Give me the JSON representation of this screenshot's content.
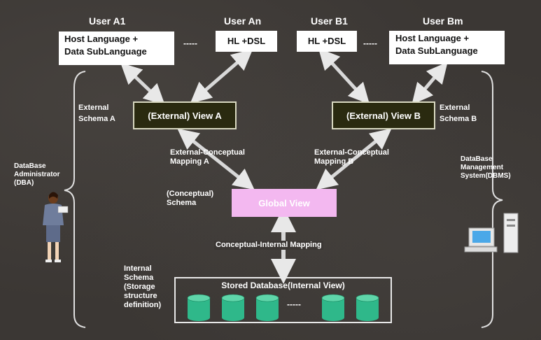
{
  "users": {
    "a1": {
      "label": "User A1",
      "box_line1": "Host Language +",
      "box_line2": "Data SubLanguage"
    },
    "an": {
      "label": "User An",
      "box": "HL +DSL"
    },
    "b1": {
      "label": "User B1",
      "box": "HL +DSL"
    },
    "bm": {
      "label": "User Bm",
      "box_line1": "Host Language +",
      "box_line2": "Data SubLanguage"
    },
    "separator": "-----"
  },
  "views": {
    "a": {
      "label": "(External) View  A"
    },
    "b": {
      "label": "(External) View  B"
    }
  },
  "schemas": {
    "external_a_line1": "External",
    "external_a_line2": "Schema  A",
    "external_b_line1": "External",
    "external_b_line2": "Schema  B",
    "conceptual_line1": "(Conceptual)",
    "conceptual_line2": "Schema",
    "internal_lines": [
      "Internal",
      "Schema",
      "(Storage",
      "structure",
      "definition)"
    ]
  },
  "mappings": {
    "ec_a_line1": "External-Conceptual",
    "ec_a_line2": "Mapping A",
    "ec_b_line1": "External-Conceptual",
    "ec_b_line2": "Mapping B",
    "ci": "Conceptual-Internal Mapping"
  },
  "global_view": "Global View",
  "stored": {
    "title": "Stored Database(Internal View)",
    "separator": "-----",
    "cylinder_count": 5
  },
  "dba": {
    "lines": [
      "DataBase",
      "Administrator",
      "(DBA)"
    ]
  },
  "dbms": {
    "lines": [
      "DataBase",
      "Management",
      "System(DBMS)"
    ]
  },
  "colors": {
    "background": "#3b3734",
    "view_box": "#2a2a10",
    "global_view": "#f3b8f0",
    "cylinder": "#2fb88a",
    "arrow": "#e8e8e8"
  }
}
